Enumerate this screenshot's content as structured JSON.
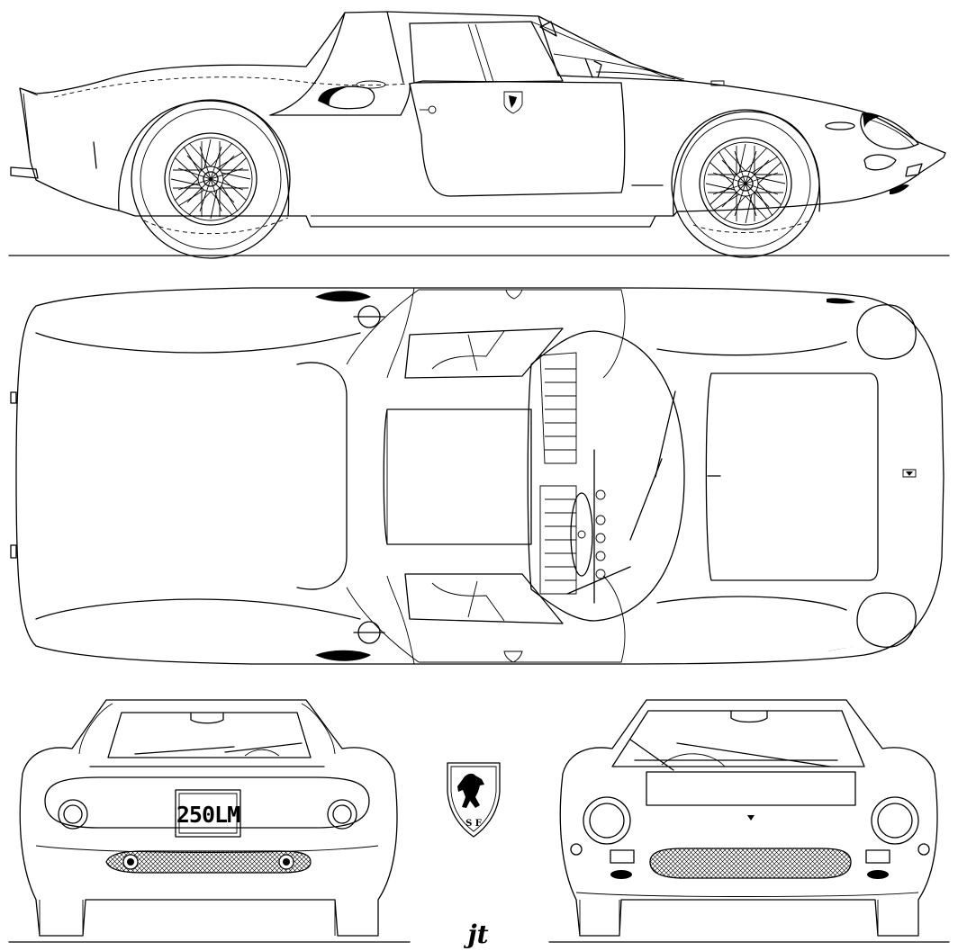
{
  "views": [
    "side",
    "top",
    "rear",
    "front"
  ],
  "rear_plate": {
    "text": "250LM"
  },
  "badge": {
    "letters": "S F"
  },
  "signature": {
    "text": "jt"
  },
  "colors": {
    "ink": "#000000",
    "paper": "#ffffff"
  }
}
